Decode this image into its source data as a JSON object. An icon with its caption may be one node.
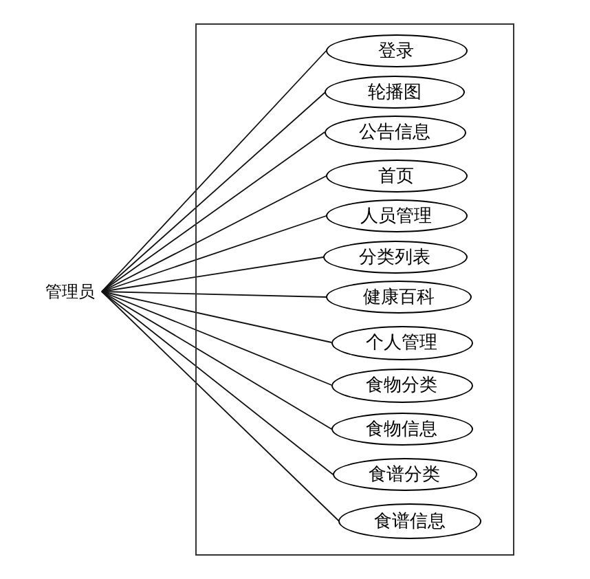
{
  "diagram": {
    "nodes": [
      {
        "text": [
          "管理员"
        ]
      },
      {
        "text": [],
        "shape": "box"
      },
      {
        "text": [
          "登录"
        ],
        "in": 1
      },
      {
        "text": [
          "轮播图"
        ],
        "in": 1
      },
      {
        "text": [
          "公告信息"
        ],
        "in": 1
      },
      {
        "text": [
          "首页"
        ],
        "in": 1
      },
      {
        "text": [
          "人员管理"
        ],
        "in": 1
      },
      {
        "text": [
          "分类列表"
        ],
        "in": 1
      },
      {
        "text": [
          "健康百科"
        ],
        "in": 1
      },
      {
        "text": [
          "个人管理"
        ],
        "in": 1
      },
      {
        "text": [
          "食物分类"
        ],
        "in": 1
      },
      {
        "text": [
          "食物信息"
        ],
        "in": 1
      },
      {
        "text": [
          "食谱分类"
        ],
        "in": 1
      },
      {
        "text": [
          "食谱信息"
        ],
        "in": 1
      }
    ],
    "edges": [
      {
        "from": 0,
        "to": 2,
        "arrow": "none"
      },
      {
        "from": 0,
        "to": 3,
        "arrow": "none"
      },
      {
        "from": 0,
        "to": 4,
        "arrow": "none"
      },
      {
        "from": 0,
        "to": 5,
        "arrow": "none"
      },
      {
        "from": 0,
        "to": 6,
        "arrow": "none"
      },
      {
        "from": 0,
        "to": 7,
        "arrow": "none"
      },
      {
        "from": 0,
        "to": 8,
        "arrow": "none"
      },
      {
        "from": 0,
        "to": 9,
        "arrow": "none"
      },
      {
        "from": 0,
        "to": 10,
        "arrow": "none"
      },
      {
        "from": 0,
        "to": 11,
        "arrow": "none"
      },
      {
        "from": 0,
        "to": 12,
        "arrow": "none"
      },
      {
        "from": 0,
        "to": 13,
        "arrow": "none"
      }
    ]
  }
}
